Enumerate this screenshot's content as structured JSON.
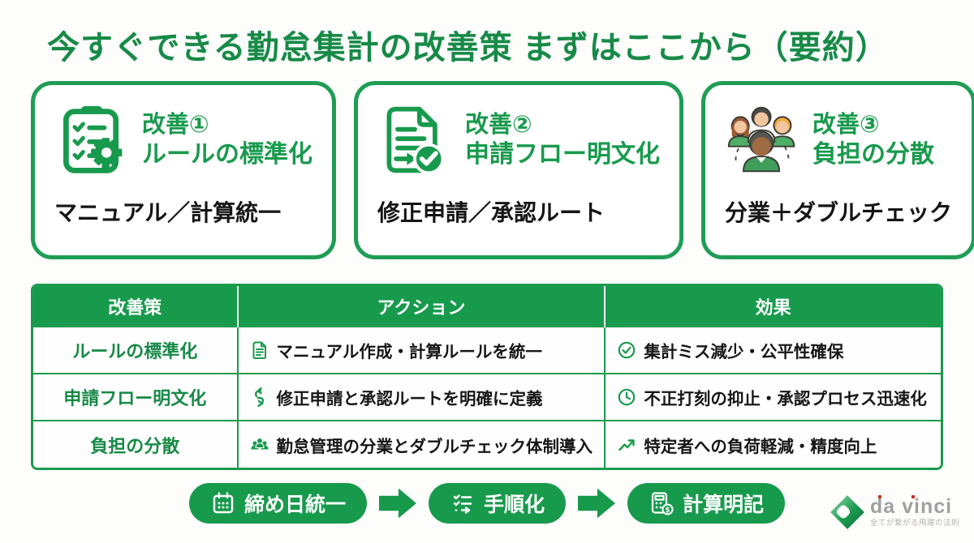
{
  "page": {
    "title": "今すぐできる勤怠集計の改善策 まずはここから（要約）",
    "accent_green": "#189a4d",
    "dark_green": "#178a47",
    "text_black": "#161616",
    "background": "#fdfdfc"
  },
  "cards": [
    {
      "icon": "clipboard-gear-icon",
      "label": "改善①",
      "heading": "ルールの標準化",
      "body": "マニュアル／計算統一"
    },
    {
      "icon": "document-approve-icon",
      "label": "改善②",
      "heading": "申請フロー明文化",
      "body": "修正申請／承認ルート"
    },
    {
      "icon": "team-icon",
      "label": "改善③",
      "heading": "負担の分散",
      "body": "分業＋ダブルチェック"
    }
  ],
  "table": {
    "headers": [
      "改善策",
      "アクション",
      "効果"
    ],
    "rows": [
      {
        "measure": "ルールの標準化",
        "action_icon": "document-icon",
        "action": "マニュアル作成・計算ルールを統一",
        "effect_icon": "check-circle-icon",
        "effect": "集計ミス減少・公平性確保"
      },
      {
        "measure": "申請フロー明文化",
        "action_icon": "route-arrows-icon",
        "action": "修正申請と承認ルートを明確に定義",
        "effect_icon": "clock-icon",
        "effect": "不正打刻の抑止・承認プロセス迅速化"
      },
      {
        "measure": "負担の分散",
        "action_icon": "people-icon",
        "action": "勤怠管理の分業とダブルチェック体制導入",
        "effect_icon": "trend-up-icon",
        "effect": "特定者への負荷軽減・精度向上"
      }
    ]
  },
  "flow": {
    "steps": [
      {
        "icon": "calendar-icon",
        "label": "締め日統一"
      },
      {
        "icon": "checklist-icon",
        "label": "手順化"
      },
      {
        "icon": "calculator-icon",
        "label": "計算明記"
      }
    ]
  },
  "logo": {
    "name": "da vinci",
    "tagline": "全てが繋がる飛躍の法則"
  }
}
